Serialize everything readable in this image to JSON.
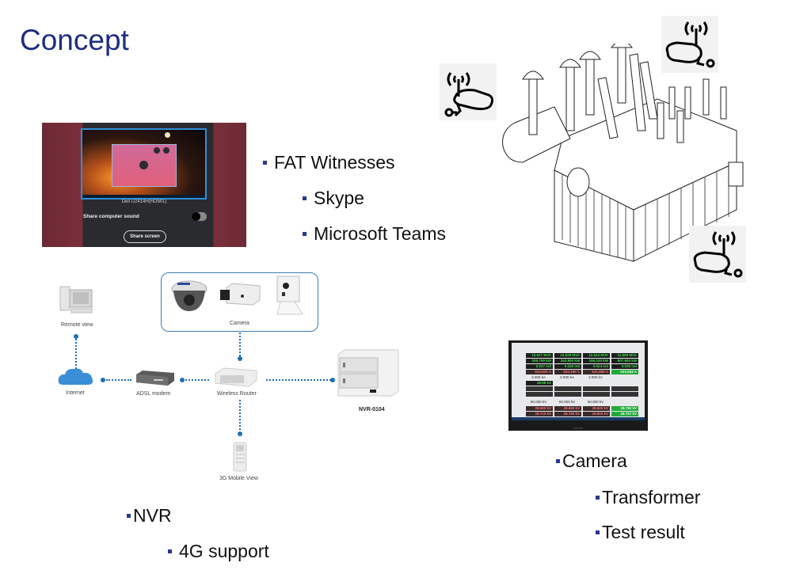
{
  "slide": {
    "title": "Concept"
  },
  "fat_section": {
    "bullets": [
      {
        "level": 1,
        "text": "FAT Witnesses"
      },
      {
        "level": 2,
        "text": "Skype"
      },
      {
        "level": 2,
        "text": "Microsoft Teams"
      }
    ]
  },
  "share_dialog": {
    "display_name": "Dell U2414H(HDMI1)",
    "share_sound_label": "Share computer sound",
    "share_sound_toggle": "off",
    "share_button_label": "Share screen"
  },
  "network_diagram": {
    "nodes": {
      "remote_view": "Remote view",
      "camera": "Camera",
      "internet": "Internet",
      "adsl_modem": "ADSL modem",
      "wireless_router": "Wireless Router",
      "nvr": "NVR-0104",
      "mobile_view": "3G Mobile View"
    }
  },
  "nvr_section": {
    "bullets": [
      {
        "level": 1,
        "text": "NVR"
      },
      {
        "level": 2,
        "text": "4G support"
      }
    ]
  },
  "camera_section": {
    "bullets": [
      {
        "level": 1,
        "text": "Camera"
      },
      {
        "level": 2,
        "text": "Transformer"
      },
      {
        "level": 2,
        "text": "Test result"
      }
    ]
  },
  "test_monitor": {
    "rows": [
      [
        "10.527 MVA",
        "10.529 MVA",
        "10.544 MVA",
        "31.599 MVA"
      ],
      [
        "265.790 kW",
        "263.800 kW",
        "266.100 kW",
        "807.600 kW"
      ],
      [
        "0.027 ind",
        "0.026 ind",
        "0.024 ind",
        "0.026 ind"
      ],
      [
        "634.920 A",
        "634.180 A",
        "631.860 A",
        "633.653 A"
      ],
      [
        "2.000 kA",
        "2.000 kA",
        "2.000 kA"
      ],
      [
        "49.99 Hz"
      ],
      [
        "50.000 kV",
        "50.000 kV",
        "50.000 kV"
      ],
      [
        "28.690 kV",
        "28.660 kV",
        "28.625 kV",
        "28.792 kV"
      ],
      [
        "28.710 kV",
        "28.750 kV",
        "28.800 kV",
        "28.757 kV"
      ]
    ],
    "brand": "PHILIPS"
  },
  "icons": [
    "wireless-camera-icon",
    "wireless-camera-icon",
    "wireless-camera-icon"
  ]
}
